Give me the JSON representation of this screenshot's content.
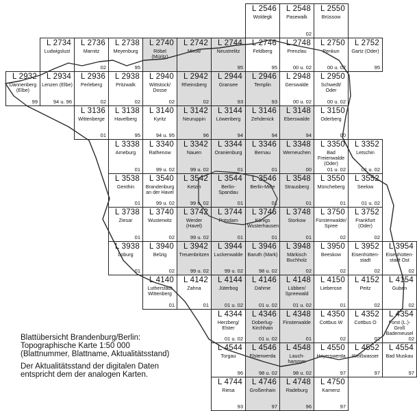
{
  "legend": {
    "line1": "Blattübersicht Brandenburg/Berlin:",
    "line2": "Topographische Karte 1:50 000",
    "line3": "(Blattnummer, Blattname, Aktualitätsstand)",
    "line4": "Der Aktualitätsstand der digitalen Daten",
    "line5": "entspricht dem der analogen Karten."
  },
  "colors": {
    "line": "#222222",
    "shade": "#dcdcdc",
    "border": "#1a1a1a"
  },
  "sheets": [
    {
      "num": "L 2546",
      "name": "Woldegk",
      "status": "",
      "shade": false
    },
    {
      "num": "L 2548",
      "name": "Pasewalk",
      "status": "02",
      "shade": false
    },
    {
      "num": "L 2550",
      "name": "Brüssow",
      "status": "",
      "shade": false
    },
    {
      "num": "L 2734",
      "name": "Ludwigslust",
      "status": "",
      "shade": false
    },
    {
      "num": "L 2736",
      "name": "Marnitz",
      "status": "02",
      "shade": false
    },
    {
      "num": "L 2738",
      "name": "Meyenburg",
      "status": "95",
      "shade": false
    },
    {
      "num": "L 2740",
      "name": "Röbel (Müritz)",
      "status": "",
      "shade": false
    },
    {
      "num": "L 2742",
      "name": "Mirow",
      "status": "",
      "shade": false
    },
    {
      "num": "L 2744",
      "name": "Neustrelitz",
      "status": "95",
      "shade": false
    },
    {
      "num": "L 2746",
      "name": "Feldberg",
      "status": "95",
      "shade": false
    },
    {
      "num": "L 2748",
      "name": "Prenzlau",
      "status": "00 u. 02",
      "shade": false
    },
    {
      "num": "L 2750",
      "name": "Penkun",
      "status": "00 u. 02",
      "shade": false
    },
    {
      "num": "L 2752",
      "name": "Gartz (Oder)",
      "status": "95",
      "shade": false
    },
    {
      "num": "L 2932",
      "name": "Dannenberg (Elbe)",
      "status": "99",
      "shade": false
    },
    {
      "num": "L 2934",
      "name": "Lenzen (Elbe)",
      "status": "94 u. 96",
      "shade": false
    },
    {
      "num": "L 2936",
      "name": "Perleberg",
      "status": "02",
      "shade": false
    },
    {
      "num": "L 2938",
      "name": "Pritzwalk",
      "status": "02",
      "shade": false
    },
    {
      "num": "L 2940",
      "name": "Wittstock/ Dosse",
      "status": "02",
      "shade": false
    },
    {
      "num": "L 2942",
      "name": "Rheinsberg",
      "status": "02",
      "shade": false
    },
    {
      "num": "L 2944",
      "name": "Gransee",
      "status": "93",
      "shade": false
    },
    {
      "num": "L 2946",
      "name": "Templin",
      "status": "93",
      "shade": false
    },
    {
      "num": "L 2948",
      "name": "Gerswalde",
      "status": "00 u. 02",
      "shade": false
    },
    {
      "num": "L 2950",
      "name": "Schwedt/ Oder",
      "status": "00 u. 02",
      "shade": false
    },
    {
      "num": "L 3136",
      "name": "Wittenberge",
      "status": "01",
      "shade": false
    },
    {
      "num": "L 3138",
      "name": "Havelberg",
      "status": "95",
      "shade": false
    },
    {
      "num": "L 3140",
      "name": "Kyritz",
      "status": "94 u. 95",
      "shade": false
    },
    {
      "num": "L 3142",
      "name": "Neuruppin",
      "status": "96",
      "shade": false
    },
    {
      "num": "L 3144",
      "name": "Löwenberg",
      "status": "94",
      "shade": false
    },
    {
      "num": "L 3146",
      "name": "Zehdenick",
      "status": "94",
      "shade": false
    },
    {
      "num": "L 3148",
      "name": "Eberswalde",
      "status": "94",
      "shade": false
    },
    {
      "num": "L 3150",
      "name": "Oderberg",
      "status": "00",
      "shade": false
    },
    {
      "num": "L 3338",
      "name": "Arneburg",
      "status": "01",
      "shade": false
    },
    {
      "num": "L 3340",
      "name": "Rathenow",
      "status": "99 u. 02",
      "shade": false
    },
    {
      "num": "L 3342",
      "name": "Nauen",
      "status": "99 u. 02",
      "shade": false
    },
    {
      "num": "L 3344",
      "name": "Oranienburg",
      "status": "01",
      "shade": false
    },
    {
      "num": "L 3346",
      "name": "Bernau",
      "status": "01",
      "shade": false
    },
    {
      "num": "L 3348",
      "name": "Werneuchen",
      "status": "00",
      "shade": false
    },
    {
      "num": "L 3350",
      "name": "Bad Freienwalde (Oder)",
      "status": "01 u. 02",
      "shade": false
    },
    {
      "num": "L 3352",
      "name": "Letschin",
      "status": "01 u. 02",
      "shade": false
    },
    {
      "num": "L 3538",
      "name": "Genthin",
      "status": "01",
      "shade": false
    },
    {
      "num": "L 3540",
      "name": "Brandenburg an der Havel",
      "status": "99 u. 02",
      "shade": false
    },
    {
      "num": "L 3542",
      "name": "Ketzin",
      "status": "99 u. 02",
      "shade": false
    },
    {
      "num": "L 3544",
      "name": "Berlin- Spandau",
      "status": "01",
      "shade": false
    },
    {
      "num": "L 3546",
      "name": "Berlin-Mitte",
      "status": "01",
      "shade": false
    },
    {
      "num": "L 3548",
      "name": "Strausberg",
      "status": "01",
      "shade": false
    },
    {
      "num": "L 3550",
      "name": "Müncheberg",
      "status": "01",
      "shade": false
    },
    {
      "num": "L 3552",
      "name": "Seelow",
      "status": "01 u. 02",
      "shade": false
    },
    {
      "num": "L 3738",
      "name": "Ziesar",
      "status": "01",
      "shade": false
    },
    {
      "num": "L 3740",
      "name": "Wusterwitz",
      "status": "02",
      "shade": false
    },
    {
      "num": "L 3742",
      "name": "Werder (Havel)",
      "status": "99 u. 02",
      "shade": false
    },
    {
      "num": "L 3744",
      "name": "Potsdam",
      "status": "01",
      "shade": false
    },
    {
      "num": "L 3746",
      "name": "Königs Wusterhausen",
      "status": "01",
      "shade": false
    },
    {
      "num": "L 3748",
      "name": "Storkow",
      "status": "01",
      "shade": false
    },
    {
      "num": "L 3750",
      "name": "Fürstenwalde/ Spree",
      "status": "02",
      "shade": false
    },
    {
      "num": "L 3752",
      "name": "Frankfurt (Oder)",
      "status": "02",
      "shade": false
    },
    {
      "num": "L 3938",
      "name": "Loburg",
      "status": "01",
      "shade": false
    },
    {
      "num": "L 3940",
      "name": "Belzig",
      "status": "02",
      "shade": false
    },
    {
      "num": "L 3942",
      "name": "Treuenbritzen",
      "status": "99 u. 02",
      "shade": false
    },
    {
      "num": "L 3944",
      "name": "Luckenwalde",
      "status": "99 u. 02",
      "shade": false
    },
    {
      "num": "L 3946",
      "name": "Baruth (Mark)",
      "status": "98 u. 02",
      "shade": false
    },
    {
      "num": "L 3948",
      "name": "Märkisch Buchholz",
      "status": "02",
      "shade": false
    },
    {
      "num": "L 3950",
      "name": "Beeskow",
      "status": "02",
      "shade": false
    },
    {
      "num": "L 3952",
      "name": "Eisenhütten- stadt",
      "status": "02",
      "shade": false
    },
    {
      "num": "L 3954",
      "name": "Eisenhütten- stadt Ost",
      "status": "02",
      "shade": false
    },
    {
      "num": "L 4140",
      "name": "Lutherstadt Wittenberg",
      "status": "01",
      "shade": false
    },
    {
      "num": "L 4142",
      "name": "Zahna",
      "status": "01",
      "shade": false
    },
    {
      "num": "L 4144",
      "name": "Jüterbog",
      "status": "01 u. 02",
      "shade": false
    },
    {
      "num": "L 4146",
      "name": "Dahme",
      "status": "01 u. 02",
      "shade": false
    },
    {
      "num": "L 4148",
      "name": "Lübben/ Spreewald",
      "status": "01 u. 02",
      "shade": false
    },
    {
      "num": "L 4150",
      "name": "Lieberose",
      "status": "01",
      "shade": false
    },
    {
      "num": "L 4152",
      "name": "Peitz",
      "status": "02",
      "shade": false
    },
    {
      "num": "L 4154",
      "name": "Guben",
      "status": "02",
      "shade": false
    },
    {
      "num": "L 4344",
      "name": "Herzberg/ Elster",
      "status": "01 u. 02",
      "shade": false
    },
    {
      "num": "L 4346",
      "name": "Doberlug- Kirchhain",
      "status": "01 u. 02",
      "shade": false
    },
    {
      "num": "L 4348",
      "name": "Finsterwalde",
      "status": "01",
      "shade": false
    },
    {
      "num": "L 4350",
      "name": "Cottbus W",
      "status": "02",
      "shade": false
    },
    {
      "num": "L 4352",
      "name": "Cottbus O",
      "status": "02",
      "shade": false
    },
    {
      "num": "L 4354",
      "name": "Forst (L.)-Groß Bademeusel",
      "status": "02",
      "shade": false
    },
    {
      "num": "L 4544",
      "name": "Torgau",
      "status": "96",
      "shade": false
    },
    {
      "num": "L 4546",
      "name": "Elsterwerda",
      "status": "98 u. 02",
      "shade": false
    },
    {
      "num": "L 4548",
      "name": "Lauch- hammer",
      "status": "98 u. 02",
      "shade": false
    },
    {
      "num": "L 4550",
      "name": "Hoyerswerda",
      "status": "97",
      "shade": false
    },
    {
      "num": "L 4552",
      "name": "Weißwasser",
      "status": "97",
      "shade": false
    },
    {
      "num": "L 4554",
      "name": "Bad Muskau",
      "status": "97",
      "shade": false
    },
    {
      "num": "L 4744",
      "name": "Riesa",
      "status": "93",
      "shade": false
    },
    {
      "num": "L 4746",
      "name": "Großenhain",
      "status": "97",
      "shade": false
    },
    {
      "num": "L 4748",
      "name": "Radeburg",
      "status": "96",
      "shade": false
    },
    {
      "num": "L 4750",
      "name": "Kamenz",
      "status": "97",
      "shade": false
    }
  ]
}
